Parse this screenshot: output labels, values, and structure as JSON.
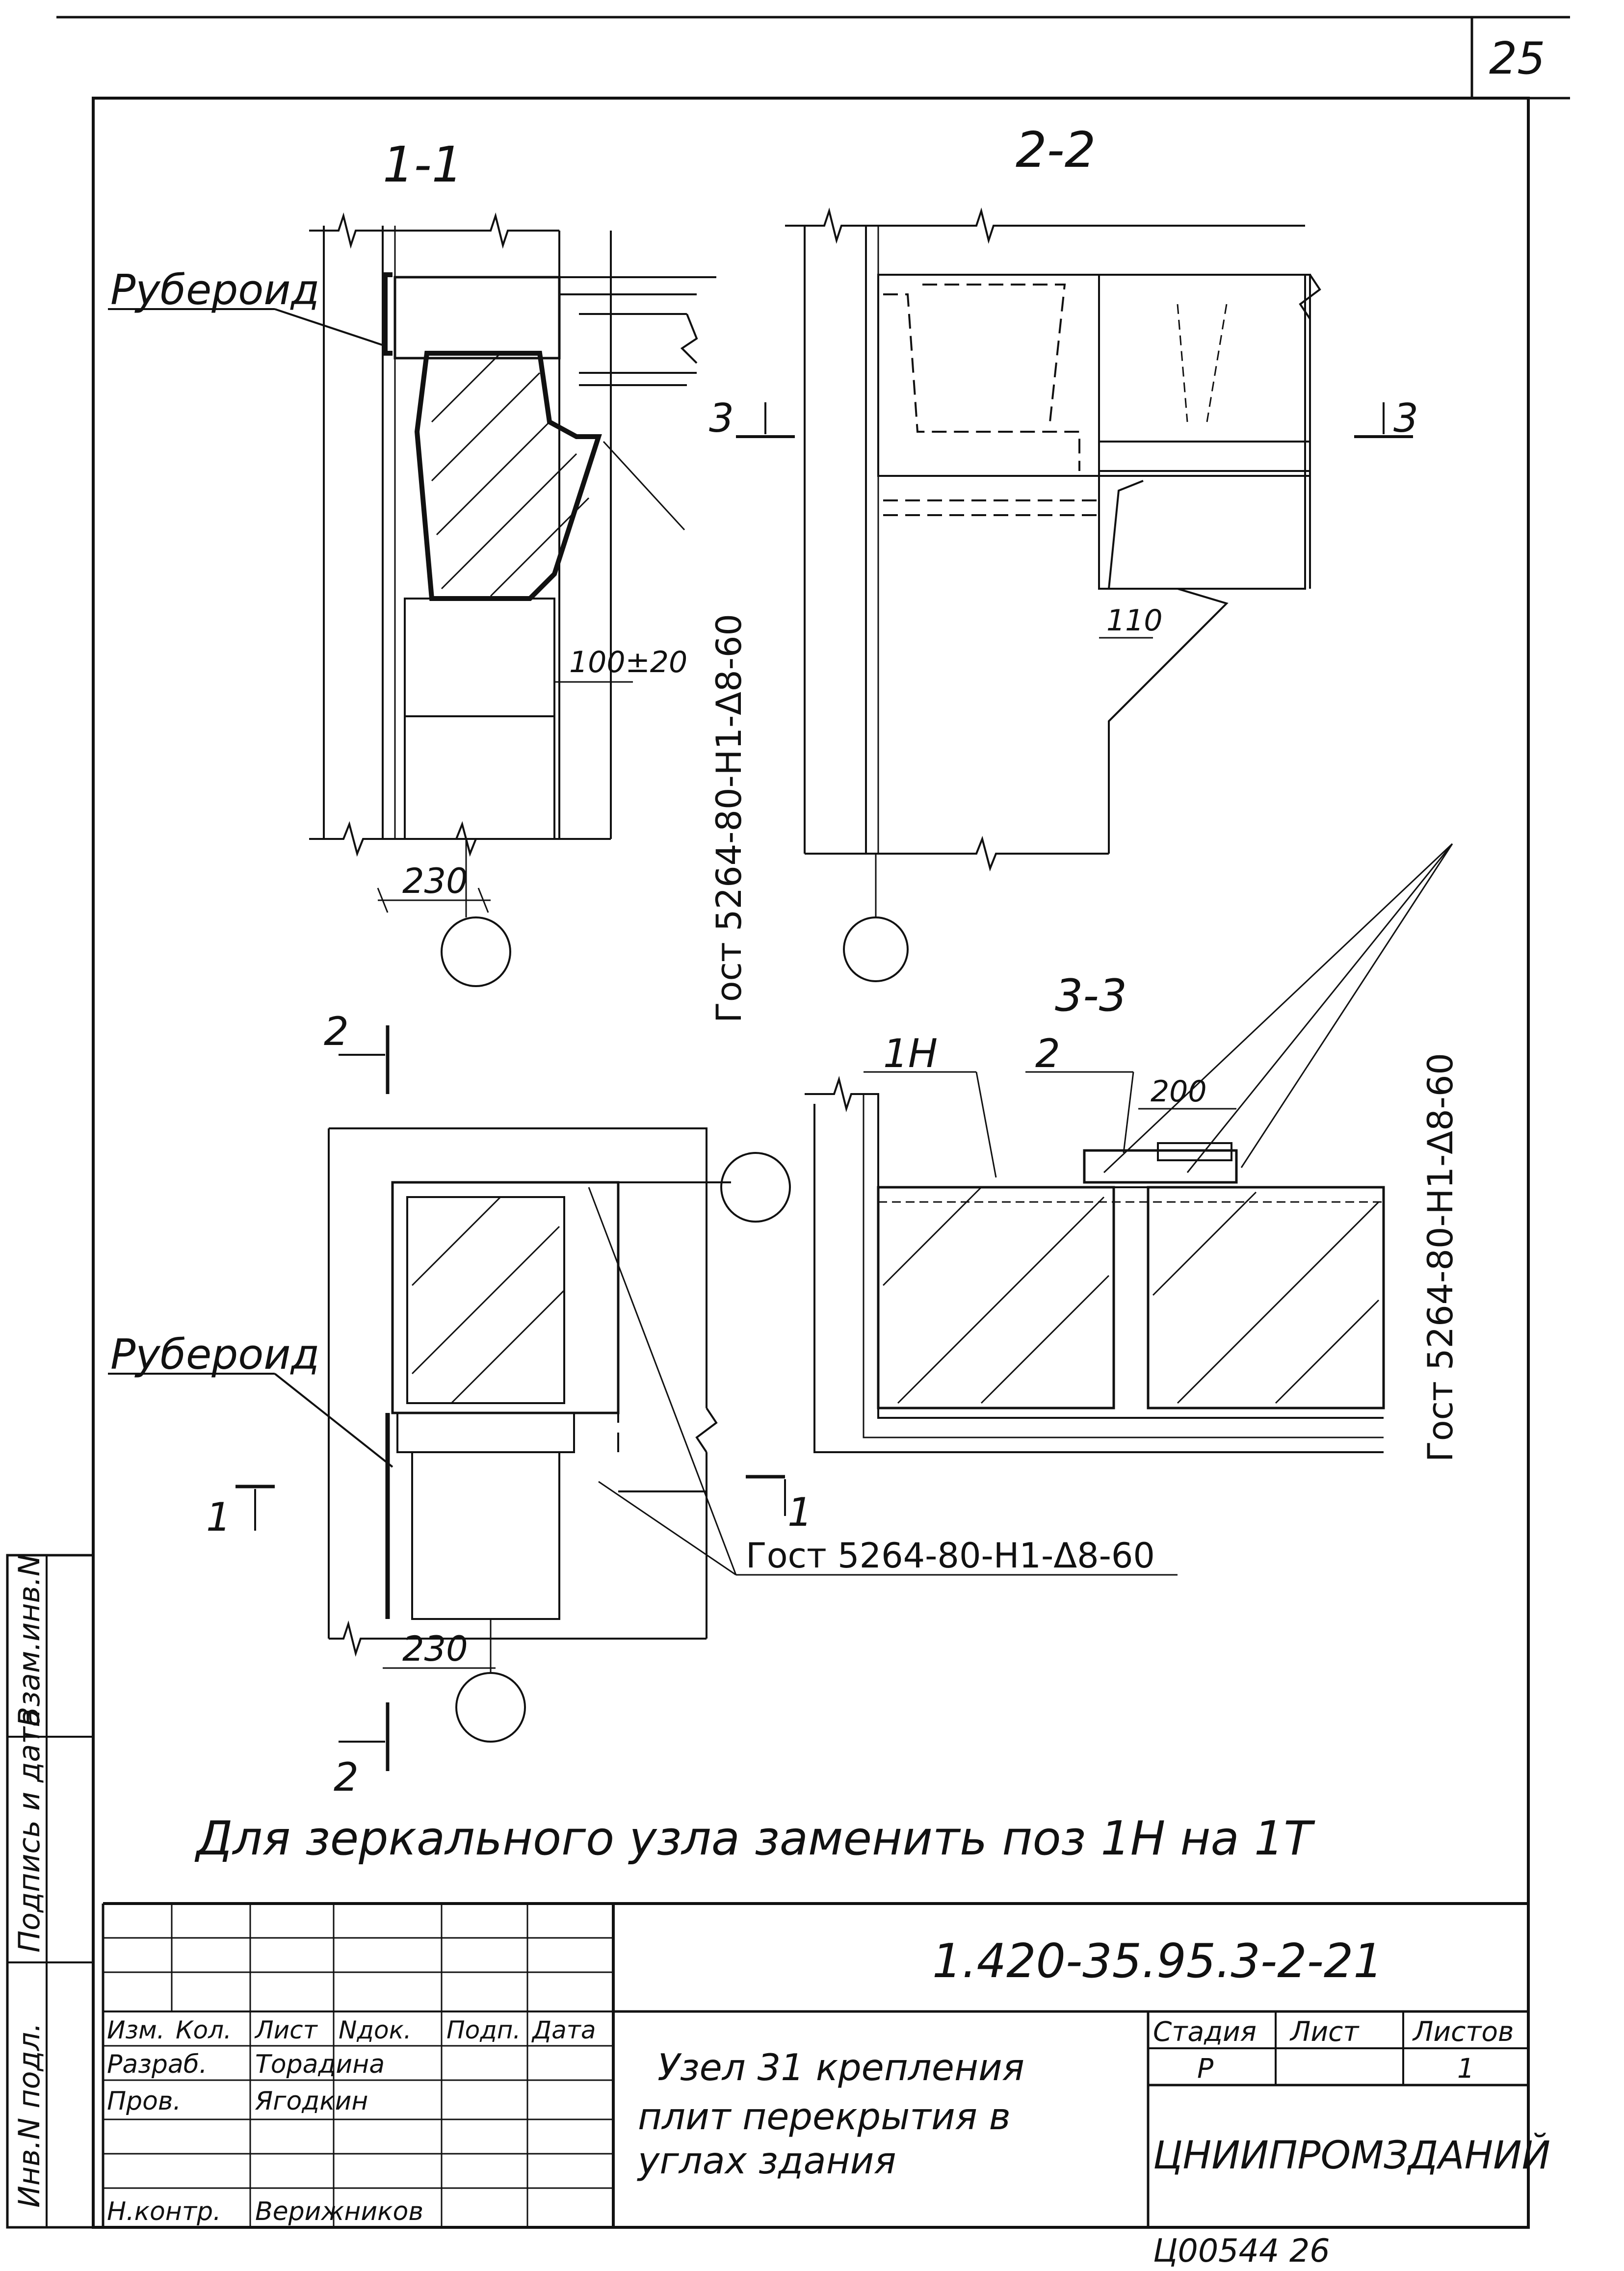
{
  "sheet": {
    "page_number": "25",
    "designation": "1.420-35.95.3-2-21",
    "stamp_bottom": "Ц00544  26"
  },
  "views": {
    "section_1_1": {
      "title": "1-1",
      "ruberoid": "Рубероид",
      "dim_230": "230",
      "dim_100": "100±20",
      "gost_vertical": "Гост 5264-80-Н1-Δ8-60"
    },
    "section_2_2": {
      "title": "2-2",
      "cut_left": "3",
      "cut_right": "3",
      "dim_110": "110"
    },
    "section_3_3": {
      "title": "3-3",
      "pos_1h": "1Н",
      "pos_2": "2",
      "dim_200": "200",
      "gost_vertical": "Гост 5264-80-Н1-Δ8-60"
    },
    "plan": {
      "ruberoid": "Рубероид",
      "dim_230": "230",
      "gost": "Гост 5264-80-Н1-Δ8-60",
      "cut2_top": "2",
      "cut2_bottom": "2",
      "cut1_left": "1",
      "cut1_right": "1"
    }
  },
  "note": "Для зеркального узла заменить поз 1Н на 1Т",
  "title_block": {
    "headers": [
      "Изм.",
      "Кол.",
      "Лист",
      "Nдок.",
      "Подп.",
      "Дата"
    ],
    "rows": [
      {
        "role": "Разраб.",
        "name": "Торадина"
      },
      {
        "role": "Пров.",
        "name": "Ягодкин"
      },
      {
        "role": "Н.контр.",
        "name": "Верижников"
      }
    ],
    "title_line1": "Узел 31 крепления",
    "title_line2": "плит перекрытия в",
    "title_line3": "углах здания",
    "stage_header": "Стадия",
    "sheet_header": "Лист",
    "sheets_header": "Листов",
    "stage_value": "Р",
    "sheets_value": "1",
    "organization": "ЦНИИПРОМЗДАНИЙ"
  },
  "side_stamp": {
    "cells": [
      "Инв.N подл.",
      "Подпись и дата",
      "Взам.инв.N"
    ]
  }
}
